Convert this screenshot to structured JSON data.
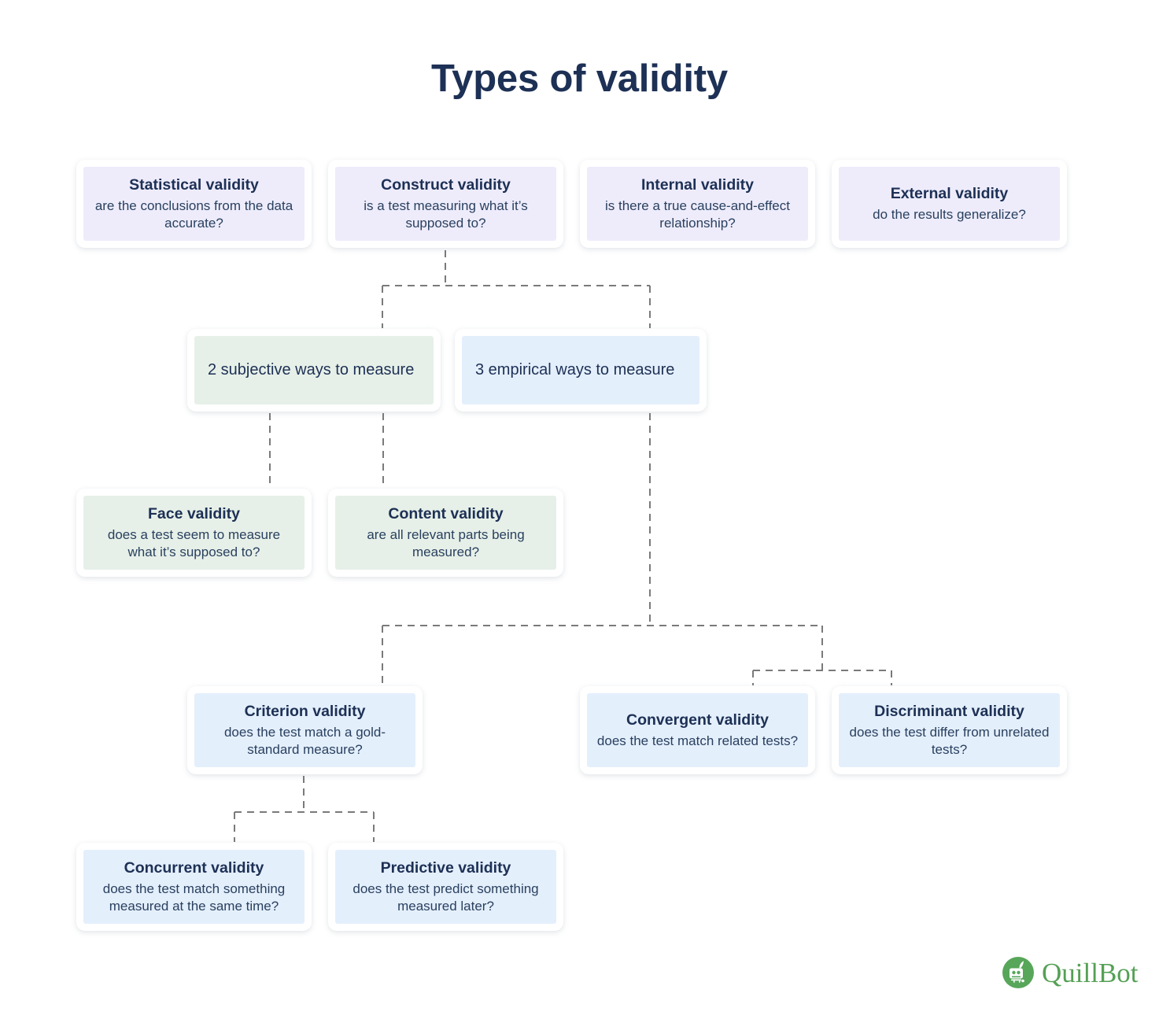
{
  "title": "Types of validity",
  "colors": {
    "title": "#1d3055",
    "card_text": "#1d3055",
    "lavender": "#eeecfb",
    "green": "#e7f0e8",
    "blue": "#e4effc",
    "connector": "#7a7a7a",
    "brand_green": "#55a055"
  },
  "row1": [
    {
      "title": "Statistical validity",
      "desc": "are the conclusions from the data accurate?"
    },
    {
      "title": "Construct validity",
      "desc": "is a test measuring what it’s supposed to?"
    },
    {
      "title": "Internal validity",
      "desc": "is there a true cause-and-effect relationship?"
    },
    {
      "title": "External validity",
      "desc": "do the results generalize?"
    }
  ],
  "row2": [
    {
      "title": "2 subjective ways to measure",
      "desc": ""
    },
    {
      "title": "3 empirical ways to measure",
      "desc": ""
    }
  ],
  "row3": [
    {
      "title": "Face validity",
      "desc": "does a test seem to measure what it’s supposed to?"
    },
    {
      "title": "Content validity",
      "desc": "are all relevant parts being measured?"
    }
  ],
  "row4": [
    {
      "title": "Criterion validity",
      "desc": "does the test match a gold-standard measure?"
    },
    {
      "title": "Convergent validity",
      "desc": "does the test match related tests?"
    },
    {
      "title": "Discriminant validity",
      "desc": "does the test differ from unrelated tests?"
    }
  ],
  "row5": [
    {
      "title": "Concurrent validity",
      "desc": "does the test match something measured at the same time?"
    },
    {
      "title": "Predictive validity",
      "desc": "does the test predict something measured later?"
    }
  ],
  "logo": {
    "name": "QuillBot",
    "mark": "quillbot-robot-icon"
  }
}
